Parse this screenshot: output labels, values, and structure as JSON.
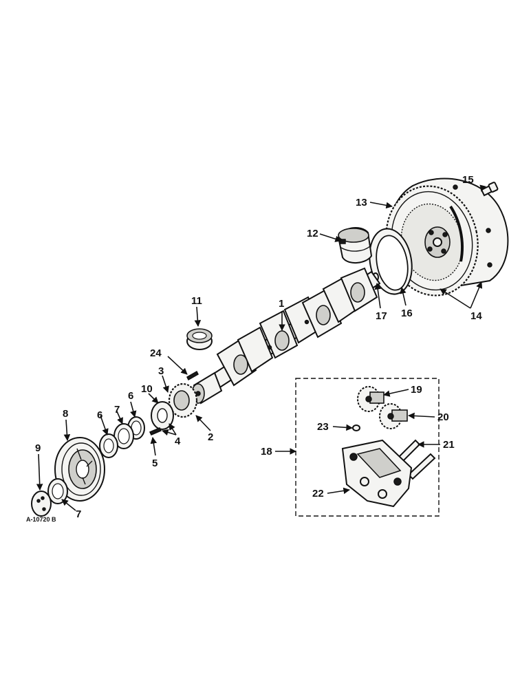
{
  "figure_code": "A-10720 B",
  "callouts": [
    {
      "id": "1",
      "label": "1"
    },
    {
      "id": "2",
      "label": "2"
    },
    {
      "id": "3",
      "label": "3"
    },
    {
      "id": "4",
      "label": "4"
    },
    {
      "id": "5",
      "label": "5"
    },
    {
      "id": "6a",
      "label": "6"
    },
    {
      "id": "6b",
      "label": "6"
    },
    {
      "id": "7a",
      "label": "7"
    },
    {
      "id": "7b",
      "label": "7"
    },
    {
      "id": "8",
      "label": "8"
    },
    {
      "id": "9",
      "label": "9"
    },
    {
      "id": "10",
      "label": "10"
    },
    {
      "id": "11",
      "label": "11"
    },
    {
      "id": "12",
      "label": "12"
    },
    {
      "id": "13",
      "label": "13"
    },
    {
      "id": "14",
      "label": "14"
    },
    {
      "id": "15",
      "label": "15"
    },
    {
      "id": "16",
      "label": "16"
    },
    {
      "id": "17",
      "label": "17"
    },
    {
      "id": "18",
      "label": "18"
    },
    {
      "id": "19",
      "label": "19"
    },
    {
      "id": "20",
      "label": "20"
    },
    {
      "id": "21",
      "label": "21"
    },
    {
      "id": "22",
      "label": "22"
    },
    {
      "id": "23",
      "label": "23"
    },
    {
      "id": "24",
      "label": "24"
    }
  ]
}
